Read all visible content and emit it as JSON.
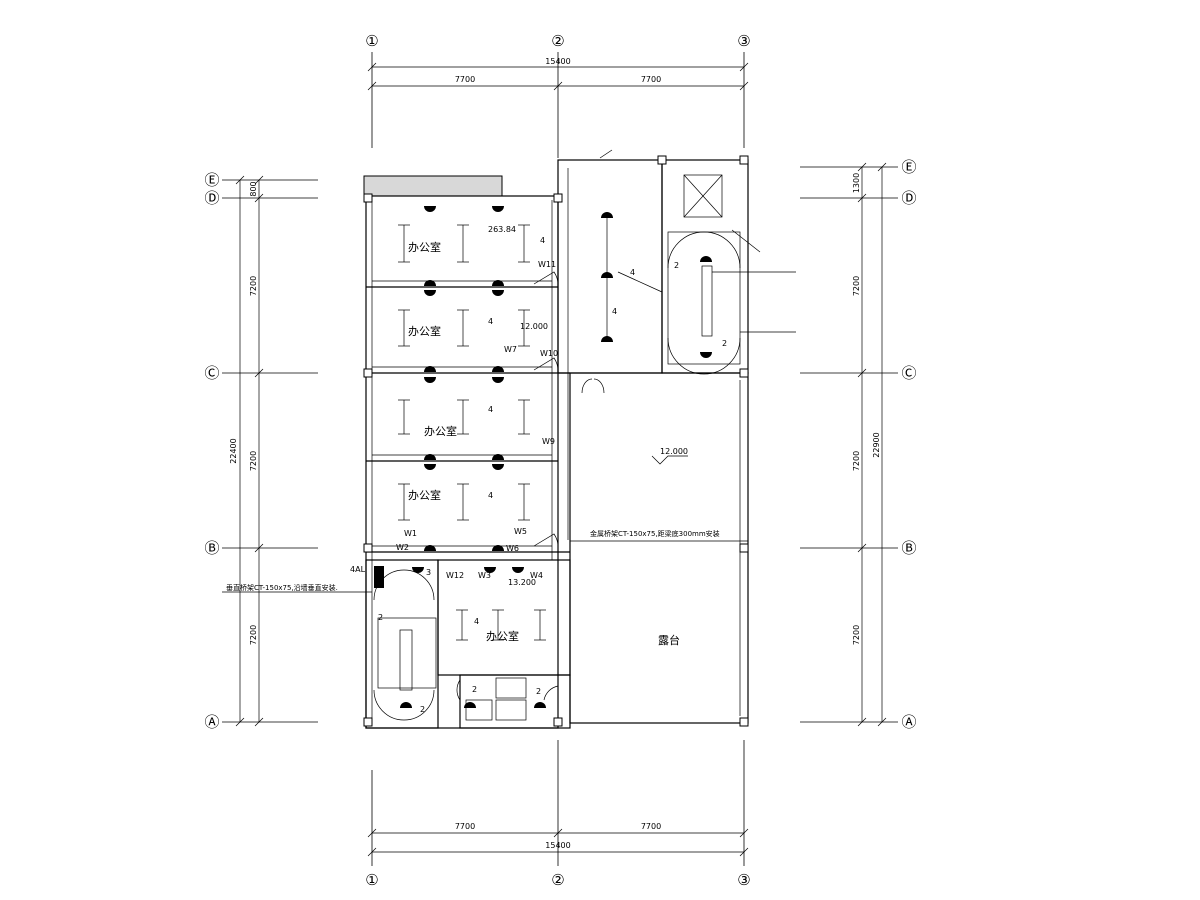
{
  "grid": {
    "columns": [
      "①",
      "②",
      "③"
    ],
    "rows": [
      "Ⓔ",
      "Ⓓ",
      "Ⓒ",
      "Ⓑ",
      "Ⓐ"
    ]
  },
  "dimensions": {
    "top_total": "15400",
    "top_left": "7700",
    "top_right": "7700",
    "bottom_total": "15400",
    "bottom_left": "7700",
    "bottom_right": "7700",
    "left_ed": "800",
    "left_dc": "7200",
    "left_cb": "7200",
    "left_ba": "7200",
    "left_total": "22400",
    "right_ed": "1300",
    "right_dc": "7200",
    "right_cb": "7200",
    "right_ba": "7200",
    "right_total": "22900"
  },
  "rooms": {
    "office": "办公室",
    "terrace": "露台"
  },
  "elevations": {
    "e1": "263.84",
    "e2": "12.000",
    "e3": "12.000",
    "e4": "13.200"
  },
  "circuits": {
    "w1": "W1",
    "w2": "W2",
    "w3": "W3",
    "w4": "W4",
    "w5": "W5",
    "w6": "W6",
    "w7": "W7",
    "w9": "W9",
    "w10": "W10",
    "w11": "W11",
    "w12": "W12"
  },
  "counts": {
    "c2": "2",
    "c3": "3",
    "c4": "4"
  },
  "panel": "4AL",
  "notes": {
    "tray_left": "垂直桥架CT-150x75,沿墙垂直安装.",
    "tray_right": "金属桥架CT-150x75,距梁底300mm安装"
  }
}
